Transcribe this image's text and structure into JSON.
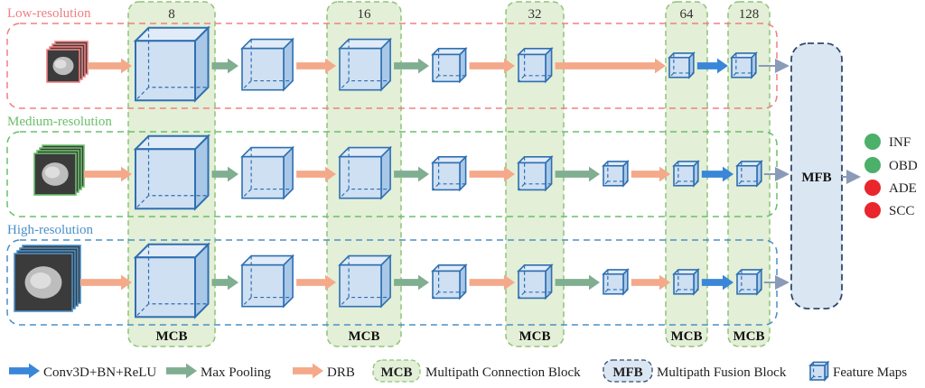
{
  "rows": [
    {
      "label": "Low-resolution",
      "color": "#f08080"
    },
    {
      "label": "Medium-resolution",
      "color": "#6abf6a"
    },
    {
      "label": "High-resolution",
      "color": "#4a90c8"
    }
  ],
  "mcb_columns": [
    {
      "channels": "8",
      "label": "MCB"
    },
    {
      "channels": "16",
      "label": "MCB"
    },
    {
      "channels": "32",
      "label": "MCB"
    },
    {
      "channels": "64",
      "label": "MCB"
    },
    {
      "channels": "128",
      "label": "MCB"
    }
  ],
  "mfb": {
    "label": "MFB"
  },
  "outputs": [
    {
      "label": "INF",
      "color": "#4caf6a"
    },
    {
      "label": "OBD",
      "color": "#4caf6a"
    },
    {
      "label": "ADE",
      "color": "#e8262b"
    },
    {
      "label": "SCC",
      "color": "#e8262b"
    }
  ],
  "legend": {
    "conv": "Conv3D+BN+ReLU",
    "maxpool": "Max Pooling",
    "drb": "DRB",
    "mcb_badge": "MCB",
    "mcb_text": "Multipath Connection Block",
    "mfb_badge": "MFB",
    "mfb_text": "Multipath Fusion Block",
    "fmap": "Feature Maps"
  },
  "colors": {
    "conv_arrow": "#3a86d8",
    "pool_arrow": "#7fae90",
    "drb_arrow": "#f4a98a",
    "cube_fill": "#cfe0f3",
    "cube_stroke": "#2f6fb0",
    "mcb_fill": "#e3efd6",
    "mcb_stroke": "#8fc37a",
    "mfb_fill": "#dbe6f3",
    "mfb_stroke": "#2e4a6e"
  }
}
